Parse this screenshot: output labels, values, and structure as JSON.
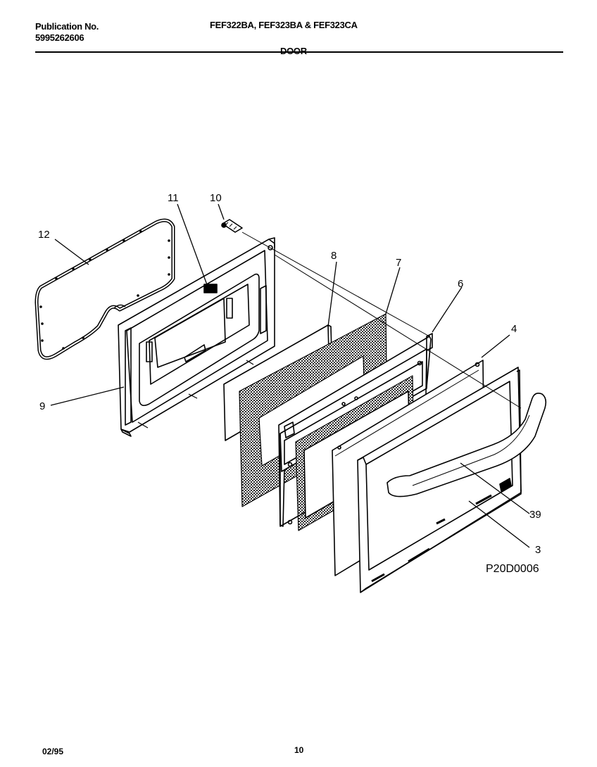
{
  "header": {
    "publication_label": "Publication No.",
    "publication_number": "5995262606",
    "models": "FEF322BA, FEF323BA & FEF323CA",
    "section": "DOOR"
  },
  "diagram": {
    "drawing_code": "P20D0006",
    "callouts": {
      "c12": "12",
      "c11": "11",
      "c10": "10",
      "c9": "9",
      "c8": "8",
      "c7": "7",
      "c6": "6",
      "c4": "4",
      "c39": "39",
      "c3": "3"
    }
  },
  "footer": {
    "date": "02/95",
    "page": "10"
  }
}
